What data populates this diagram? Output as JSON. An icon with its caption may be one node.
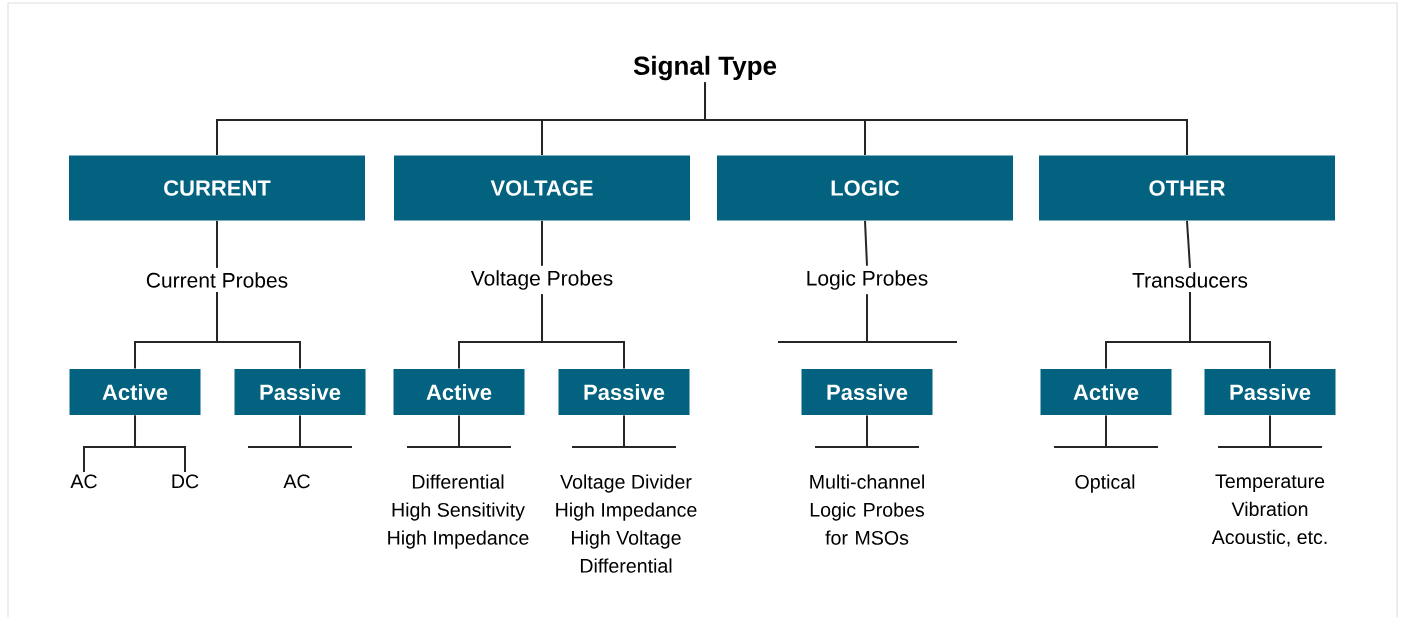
{
  "diagram": {
    "nodes": [
      {
        "text": [
          "Signal Type"
        ]
      },
      {
        "text": [
          "CURRENT"
        ]
      },
      {
        "text": [
          "VOLTAGE"
        ]
      },
      {
        "text": [
          "LOGIC"
        ]
      },
      {
        "text": [
          "OTHER"
        ]
      },
      {
        "text": [
          "Current Probes"
        ]
      },
      {
        "text": [
          "Voltage Probes"
        ]
      },
      {
        "text": [
          "Logic Probes"
        ]
      },
      {
        "text": [
          "Transducers"
        ]
      },
      {
        "text": [
          "Active"
        ]
      },
      {
        "text": [
          "Passive"
        ]
      },
      {
        "text": [
          "Active"
        ]
      },
      {
        "text": [
          "Passive"
        ]
      },
      {
        "text": [
          "Passive"
        ]
      },
      {
        "text": [
          "Active"
        ]
      },
      {
        "text": [
          "Passive"
        ]
      },
      {
        "text": [
          "AC"
        ]
      },
      {
        "text": [
          "DC"
        ]
      },
      {
        "text": [
          "AC"
        ]
      },
      {
        "text": [
          "Differential",
          "High Sensitivity",
          "High Impedance"
        ]
      },
      {
        "text": [
          "Voltage Divider",
          "High Impedance",
          "High Voltage",
          "Differential"
        ]
      },
      {
        "text": [
          "Multi-channel Logic Probes for MSOs"
        ]
      },
      {
        "text": [
          "Optical"
        ]
      },
      {
        "text": [
          "Temperature",
          "Vibration",
          "Acoustic, etc."
        ]
      }
    ],
    "edges": [
      {
        "from": 0,
        "to": 1,
        "arrow": "none"
      },
      {
        "from": 0,
        "to": 2,
        "arrow": "none"
      },
      {
        "from": 0,
        "to": 3,
        "arrow": "none"
      },
      {
        "from": 0,
        "to": 4,
        "arrow": "none"
      },
      {
        "from": 1,
        "to": 5,
        "arrow": "none"
      },
      {
        "from": 2,
        "to": 6,
        "arrow": "none"
      },
      {
        "from": 3,
        "to": 7,
        "arrow": "none"
      },
      {
        "from": 4,
        "to": 8,
        "arrow": "none"
      },
      {
        "from": 5,
        "to": 9,
        "arrow": "none"
      },
      {
        "from": 5,
        "to": 10,
        "arrow": "none"
      },
      {
        "from": 6,
        "to": 11,
        "arrow": "none"
      },
      {
        "from": 6,
        "to": 12,
        "arrow": "none"
      },
      {
        "from": 7,
        "to": 13,
        "arrow": "none"
      },
      {
        "from": 8,
        "to": 14,
        "arrow": "none"
      },
      {
        "from": 8,
        "to": 15,
        "arrow": "none"
      },
      {
        "from": 9,
        "to": 16,
        "arrow": "none"
      },
      {
        "from": 9,
        "to": 17,
        "arrow": "none"
      },
      {
        "from": 10,
        "to": 18,
        "arrow": "none"
      },
      {
        "from": 11,
        "to": 19,
        "arrow": "none"
      },
      {
        "from": 12,
        "to": 20,
        "arrow": "none"
      },
      {
        "from": 13,
        "to": 21,
        "arrow": "none"
      },
      {
        "from": 14,
        "to": 22,
        "arrow": "none"
      },
      {
        "from": 15,
        "to": 23,
        "arrow": "none"
      }
    ]
  }
}
